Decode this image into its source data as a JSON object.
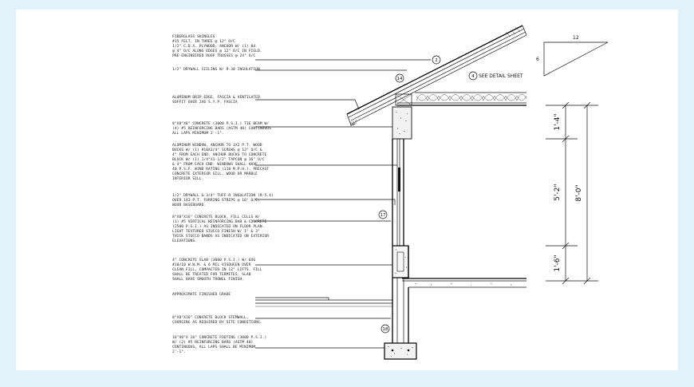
{
  "notes": [
    {
      "lines": [
        "FIBERGLASS SHINGLES",
        "#15 FELT, IN THREE @ 12\" O/C",
        "1/2\" C.D.X. PLYWOOD, ANCHOR W/ (1) 8d",
        "@ 4\" O/C ALONG EDGES @ 12\" O/C IN FIELD.",
        "PRE-ENGINEERED ROOF TRUSSES @ 24\" O/C"
      ]
    },
    {
      "lines": [
        "1/2\" DRYWALL CEILING W/ R-30 INSULATION"
      ]
    },
    {
      "lines": [
        "ALUMINUM DRIP EDGE, FASCIA & VENTILATED",
        "SOFFIT OVER 2X6 S.Y.P. FASCIA"
      ]
    },
    {
      "lines": [
        "8\"X8\"X8\" CONCRETE (3000 P.S.I.) TIE BEAM W/",
        "(4) #5 REINFORCING BARS (ASTM 40) CONTINUOUS",
        "ALL LAPS MINIMUM 2'-1\"."
      ]
    },
    {
      "lines": [
        "ALUMINUM WINDOW, ANCHOR TO 1X2 P.T. WOOD",
        "BUCKS W/ (1) #10X3/4\" SCREWS @ 12\" O/C &",
        "4\" FROM EACH END. ANCHOR BUCKS TO CONCRETE",
        "BLOCK W/ (1) 1/4\"X1-1/2\" TAPCON @ 16\" O/C",
        "& 4\" FROM EACH END. WINDOWS SHALL HAVE",
        "40 P.S.F. WIND RATING (110 M.P.H.). PRECAST",
        "CONCRETE EXTERIOR SILL, WOOD OR MARBLE",
        "INTERIOR SILL."
      ]
    },
    {
      "lines": [
        "1/2\" DRYWALL & 3/4\" TUFF-R INSULATION (R-5.4)",
        "OVER 1X2 P.T. FURRING STRIPS @ 16\" O/C,",
        "WOOD BASEBOARD."
      ]
    },
    {
      "lines": [
        "8\"X8\"X16\" CONCRETE BLOCK, FILL CELLS W/",
        "(1) #5 VERTICAL REINFORCING BAR & CONCRETE",
        "(2500 P.S.I.) AS INDICATED ON FLOOR PLAN.",
        "LIGHT TEXTURED STUCCO FINISH W/ 1\" & 3\"",
        "THICK STUCCO BANDS AS INDICATED ON EXTERIOR",
        "ELEVATIONS."
      ]
    },
    {
      "lines": [
        "4\" CONCRETE SLAB (3000 P.S.I.) W/ 6X6",
        "#10/10 W.W.M. & 6 MIL VISQUEEN OVER",
        "CLEAN FILL, COMPACTED IN 12\" LIFTS. FILL",
        "SHALL BE TREATED FOR TERMITES. SLAB",
        "SHALL HAVE SMOOTH TROWEL FINISH."
      ]
    },
    {
      "lines": [
        "APPROXIMATE FINISHED GRADE"
      ]
    },
    {
      "lines": [
        "8\"X8\"X16\" CONCRETE BLOCK STEMWALL,",
        "COURSING AS REQUIRED BY SITE CONDITIONS."
      ]
    },
    {
      "lines": [
        "16\"X8\"X 16\" CONCRETE FOOTING (3000 P.S.I.)",
        "W/ (2) #5 REINFORCING BARS (ASTM 40)",
        "CONTINUOUS, ALL LAPS SHALL BE MINIMUM",
        "2'-1\"."
      ]
    }
  ],
  "tags": {
    "t2": "2",
    "t4": "4",
    "t14": "14",
    "t17": "17",
    "t18": "18"
  },
  "see_detail": "SEE DETAIL SHEET",
  "slope": {
    "run": "12",
    "rise": "6"
  },
  "dimensions": {
    "d1": "1'-4\"",
    "d2": "5'-2\"",
    "d3": "1'-6\"",
    "overall": "8'-0\""
  }
}
